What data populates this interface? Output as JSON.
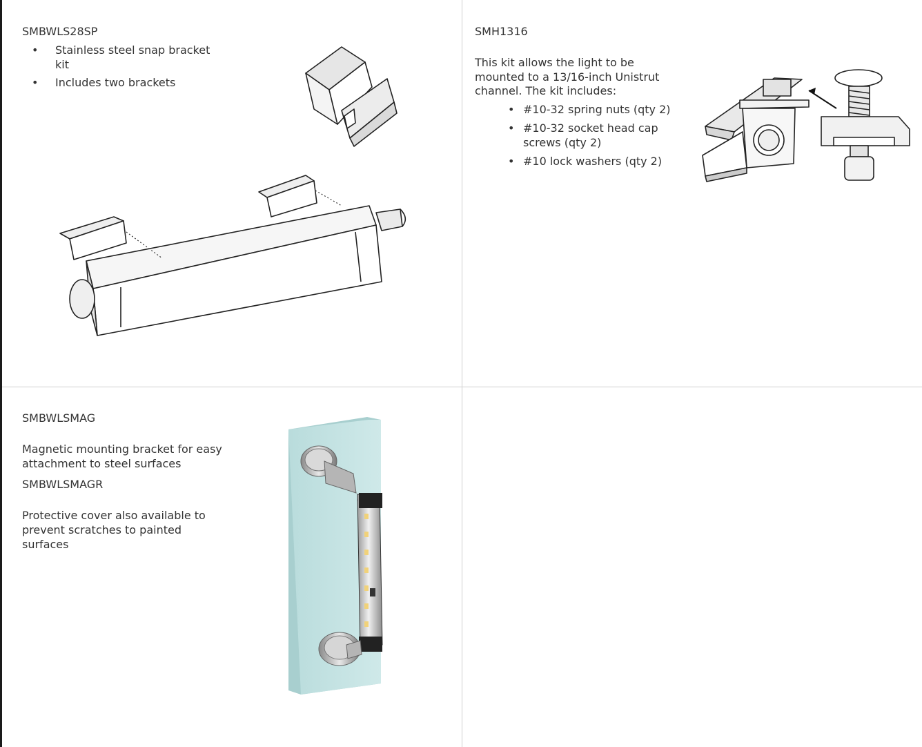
{
  "colors": {
    "text": "#333333",
    "divider": "#cfcfcf",
    "edge": "#1a1a1a",
    "panel": "#bfe0e0"
  },
  "cells": {
    "top_left": {
      "code": "SMBWLS28SP",
      "bullets": [
        "Stainless steel snap bracket kit",
        "Includes two brackets"
      ],
      "images": [
        "snap-bracket-icon",
        "light-bar-with-brackets-illustration"
      ]
    },
    "top_right": {
      "code": "SMH1316",
      "description": "This kit allows the light to be mounted to a 13/16-inch Unistrut channel. The kit includes:",
      "bullets": [
        "#10-32 spring nuts (qty 2)",
        "#10-32 socket head cap screws (qty 2)",
        "#10 lock washers (qty 2)"
      ],
      "images": [
        "unistrut-mount-illustration"
      ]
    },
    "bottom_left": {
      "code": "SMBWLSMAG",
      "description": "Magnetic mounting bracket for easy attachment to steel surfaces",
      "code2": "SMBWLSMAGR",
      "description2": "Protective cover also available to prevent scratches to painted surfaces",
      "images": [
        "magnetic-mount-photo"
      ]
    }
  }
}
